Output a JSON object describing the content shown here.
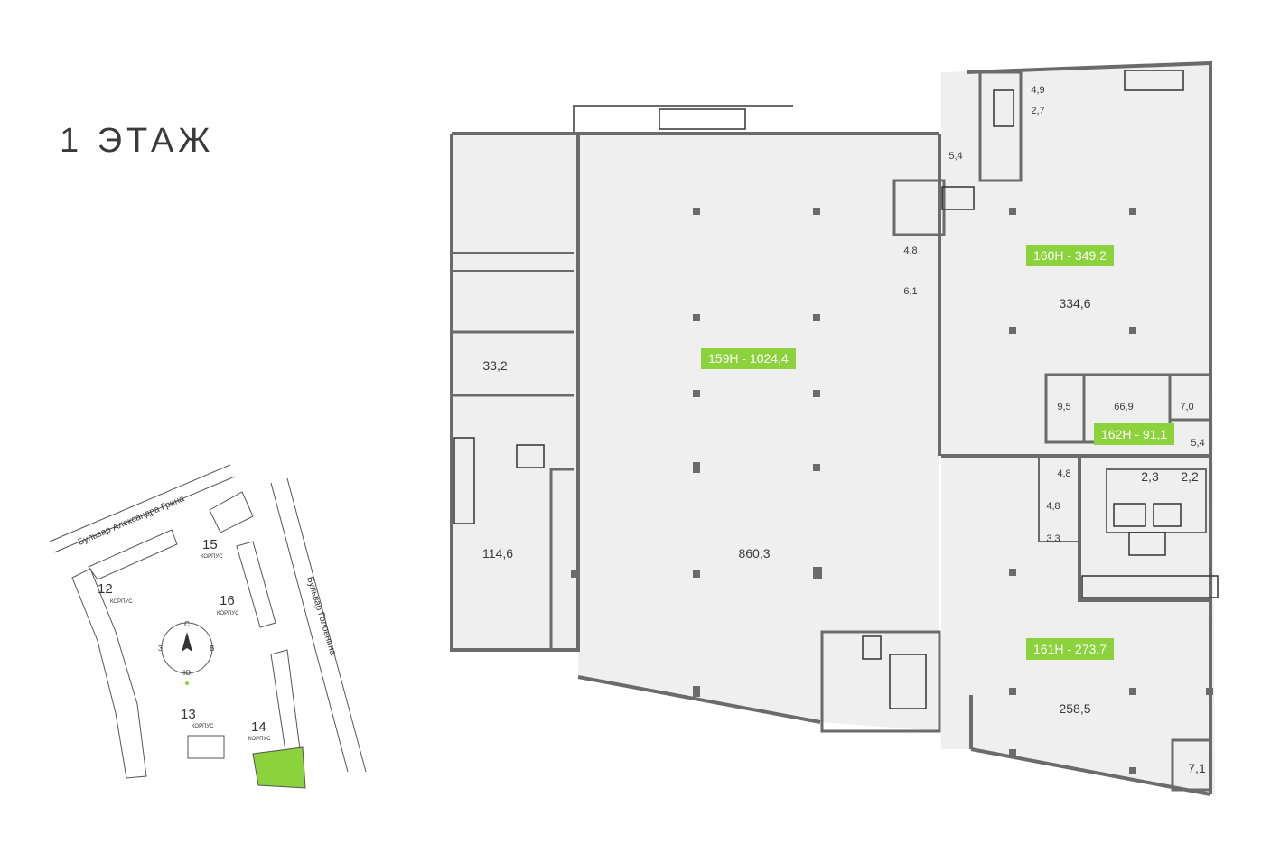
{
  "title": "1 ЭТАЖ",
  "units": [
    {
      "id": "u159",
      "label": "159Н - 1024,4"
    },
    {
      "id": "u160",
      "label": "160Н - 349,2"
    },
    {
      "id": "u161",
      "label": "161Н - 273,7"
    },
    {
      "id": "u162",
      "label": "162Н - 91,1"
    }
  ],
  "rooms": {
    "main_hall": "860,3",
    "left_room": "114,6",
    "left_top": "33,2",
    "r160_hall": "334,6",
    "r161_hall": "258,5",
    "r_9_5": "9,5",
    "r_66_9": "66,9",
    "r_7_0": "7,0",
    "r_5_4_right": "5,4",
    "r_5_4_top": "5,4",
    "r_4_9": "4,9",
    "r_2_7": "2,7",
    "r_4_8_a": "4,8",
    "r_6_1": "6,1",
    "r_4_8_b": "4,8",
    "r_4_8_c": "4,8",
    "r_3_3": "3,3",
    "r_2_3": "2,3",
    "r_2_2": "2,2",
    "r_7_1": "7,1"
  },
  "site_plan": {
    "street_1": "Бульвар Александра Грина",
    "street_2": "Бульвар Головнина",
    "building_word": "КОРПУС",
    "buildings": [
      "12",
      "13",
      "14",
      "15",
      "16"
    ],
    "compass": {
      "n": "С",
      "s": "Ю",
      "w": "З",
      "e": "В"
    },
    "highlight_color": "#8cd23c"
  },
  "colors": {
    "wall": "#6b6b6b",
    "floor": "#efefef",
    "accent": "#8cd23c"
  }
}
